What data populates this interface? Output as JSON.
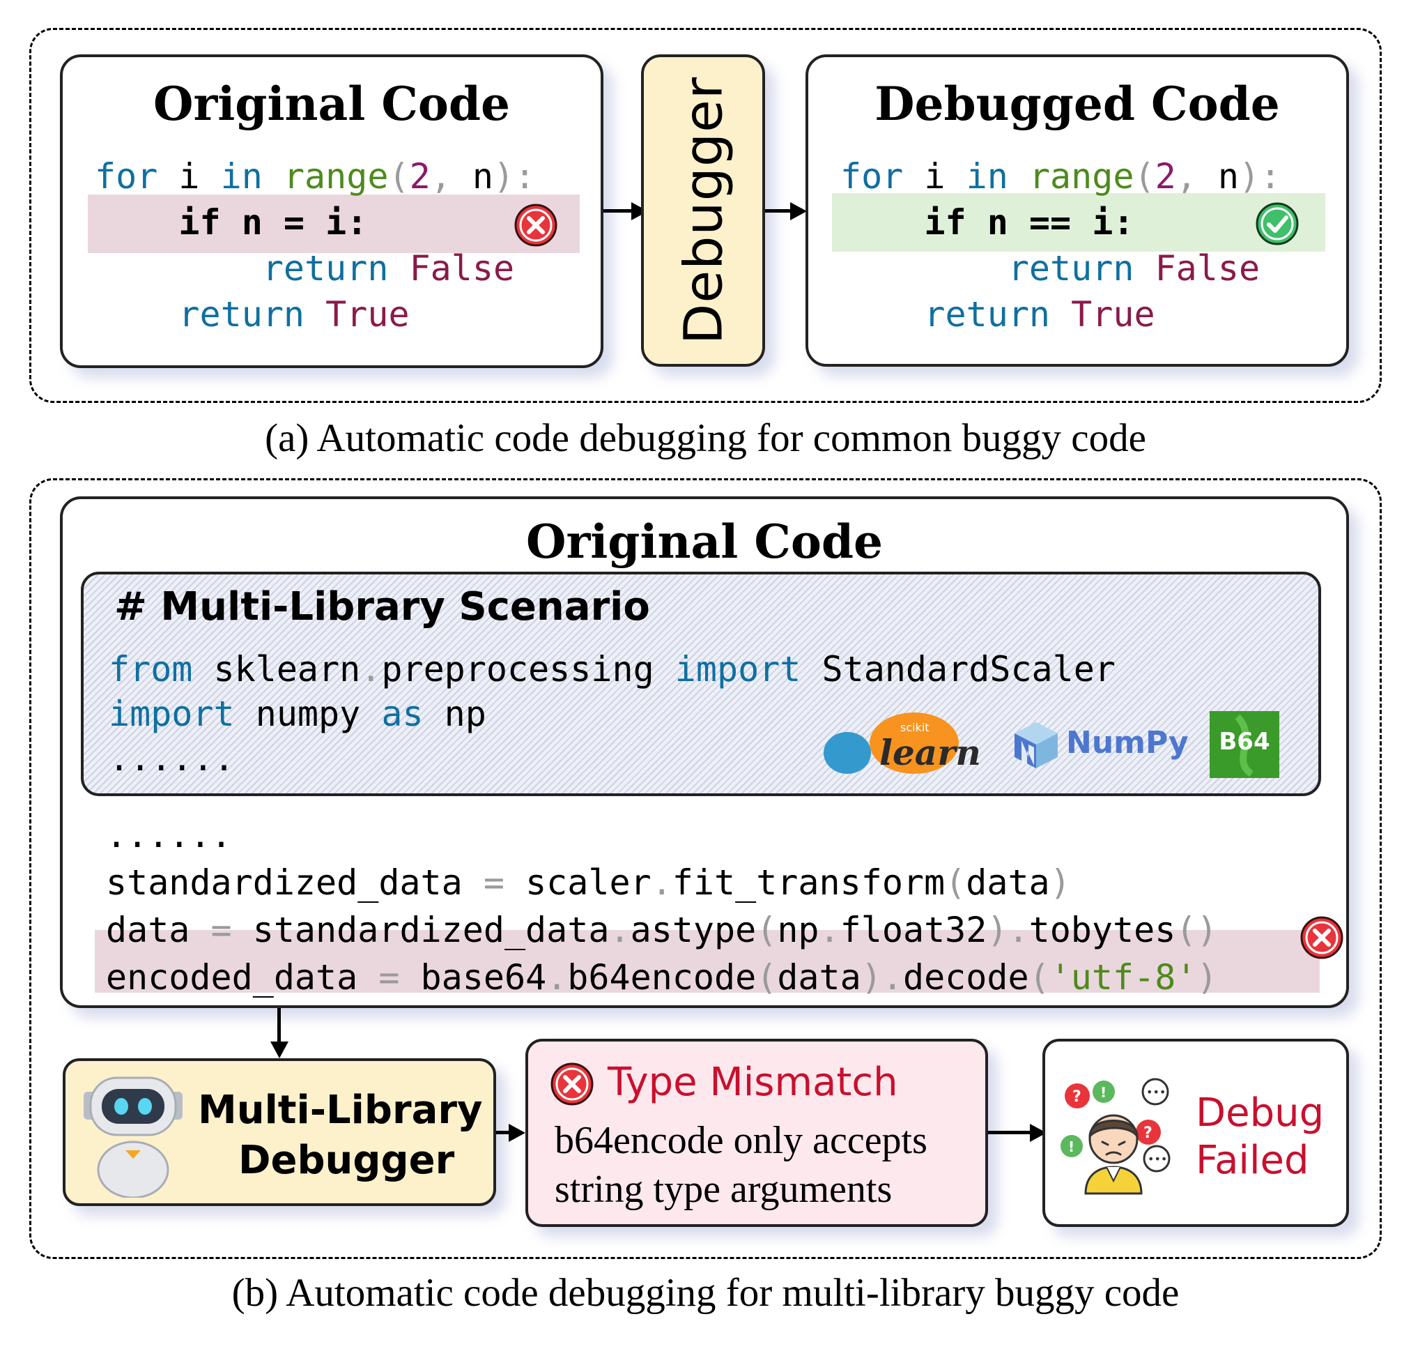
{
  "panel_a": {
    "original": {
      "title": "Original Code",
      "lines": [
        {
          "indent": "",
          "tokens": [
            {
              "t": "for",
              "c": "kw"
            },
            {
              "t": " i ",
              "c": ""
            },
            {
              "t": "in",
              "c": "kw"
            },
            {
              "t": " ",
              "c": ""
            },
            {
              "t": "range",
              "c": "fn"
            },
            {
              "t": "(",
              "c": "pu"
            },
            {
              "t": "2",
              "c": "num"
            },
            {
              "t": ", ",
              "c": "pu"
            },
            {
              "t": "n",
              "c": ""
            },
            {
              "t": "):",
              "c": "pu"
            }
          ]
        },
        {
          "indent": "    ",
          "tokens": [
            {
              "t": "if n = i:",
              "c": "bold"
            }
          ]
        },
        {
          "indent": "        ",
          "tokens": [
            {
              "t": "return",
              "c": "kw"
            },
            {
              "t": " ",
              "c": ""
            },
            {
              "t": "False",
              "c": "cst"
            }
          ]
        },
        {
          "indent": "    ",
          "tokens": [
            {
              "t": "return",
              "c": "kw"
            },
            {
              "t": " ",
              "c": ""
            },
            {
              "t": "True",
              "c": "cst"
            }
          ]
        }
      ]
    },
    "debugger_label": "Debugger",
    "debugged": {
      "title": "Debugged Code",
      "lines": [
        {
          "indent": "",
          "tokens": [
            {
              "t": "for",
              "c": "kw"
            },
            {
              "t": " i ",
              "c": ""
            },
            {
              "t": "in",
              "c": "kw"
            },
            {
              "t": " ",
              "c": ""
            },
            {
              "t": "range",
              "c": "fn"
            },
            {
              "t": "(",
              "c": "pu"
            },
            {
              "t": "2",
              "c": "num"
            },
            {
              "t": ", ",
              "c": "pu"
            },
            {
              "t": "n",
              "c": ""
            },
            {
              "t": "):",
              "c": "pu"
            }
          ]
        },
        {
          "indent": "    ",
          "tokens": [
            {
              "t": "if n == i:",
              "c": "bold"
            }
          ]
        },
        {
          "indent": "        ",
          "tokens": [
            {
              "t": "return",
              "c": "kw"
            },
            {
              "t": " ",
              "c": ""
            },
            {
              "t": "False",
              "c": "cst"
            }
          ]
        },
        {
          "indent": "    ",
          "tokens": [
            {
              "t": "return",
              "c": "kw"
            },
            {
              "t": " ",
              "c": ""
            },
            {
              "t": "True",
              "c": "cst"
            }
          ]
        }
      ]
    },
    "caption": "(a) Automatic code debugging for common buggy code"
  },
  "panel_b": {
    "original_title": "Original Code",
    "scenario": {
      "comment": "# Multi-Library Scenario",
      "lines": [
        [
          {
            "t": "from",
            "c": "kw"
          },
          {
            "t": " sklearn",
            "c": ""
          },
          {
            "t": ".",
            "c": "pu"
          },
          {
            "t": "preprocessing ",
            "c": ""
          },
          {
            "t": "import",
            "c": "kw"
          },
          {
            "t": " StandardScaler",
            "c": ""
          }
        ],
        [
          {
            "t": "import",
            "c": "kw"
          },
          {
            "t": " numpy ",
            "c": ""
          },
          {
            "t": "as",
            "c": "kw"
          },
          {
            "t": " np",
            "c": ""
          }
        ],
        [
          {
            "t": "......",
            "c": ""
          }
        ]
      ],
      "logos": {
        "sklearn_small": "scikit",
        "sklearn_main": "learn",
        "numpy": "NumPy",
        "b64": "B64"
      }
    },
    "code_lines": [
      [
        {
          "t": "......",
          "c": ""
        }
      ],
      [
        {
          "t": "standardized_data ",
          "c": ""
        },
        {
          "t": "=",
          "c": "pu"
        },
        {
          "t": " scaler",
          "c": ""
        },
        {
          "t": ".",
          "c": "pu"
        },
        {
          "t": "fit_transform",
          "c": ""
        },
        {
          "t": "(",
          "c": "pu"
        },
        {
          "t": "data",
          "c": ""
        },
        {
          "t": ")",
          "c": "pu"
        }
      ],
      [
        {
          "t": "data ",
          "c": ""
        },
        {
          "t": "=",
          "c": "pu"
        },
        {
          "t": " standardized_data",
          "c": ""
        },
        {
          "t": ".",
          "c": "pu"
        },
        {
          "t": "astype",
          "c": ""
        },
        {
          "t": "(",
          "c": "pu"
        },
        {
          "t": "np",
          "c": ""
        },
        {
          "t": ".",
          "c": "pu"
        },
        {
          "t": "float32",
          "c": ""
        },
        {
          "t": ")",
          "c": "pu"
        },
        {
          "t": ".",
          "c": "pu"
        },
        {
          "t": "tobytes",
          "c": ""
        },
        {
          "t": "()",
          "c": "pu"
        }
      ],
      [
        {
          "t": "encoded_data ",
          "c": ""
        },
        {
          "t": "=",
          "c": "pu"
        },
        {
          "t": " base64",
          "c": ""
        },
        {
          "t": ".",
          "c": "pu"
        },
        {
          "t": "b64encode",
          "c": ""
        },
        {
          "t": "(",
          "c": "pu"
        },
        {
          "t": "data",
          "c": ""
        },
        {
          "t": ")",
          "c": "pu"
        },
        {
          "t": ".",
          "c": "pu"
        },
        {
          "t": "decode",
          "c": ""
        },
        {
          "t": "(",
          "c": "pu"
        },
        {
          "t": "'utf-8'",
          "c": "str"
        },
        {
          "t": ")",
          "c": "pu"
        }
      ]
    ],
    "ml_debugger": {
      "line1": "Multi-Library",
      "line2": "Debugger"
    },
    "error": {
      "title": "Type Mismatch",
      "line1": "b64encode only accepts",
      "line2": "string type arguments"
    },
    "result": {
      "line1": "Debug",
      "line2": "Failed"
    },
    "caption": "(b) Automatic code debugging for multi-library buggy code"
  },
  "colors": {
    "keyword": "#0f6fa0",
    "function": "#4e8a1c",
    "number": "#8a1a6a",
    "debugger_fill": "#fdf1cc",
    "error_fill": "#fde8ee",
    "error_text": "#c8102e",
    "highlight_red": "#ead7dd",
    "highlight_green": "#dff0d8"
  }
}
